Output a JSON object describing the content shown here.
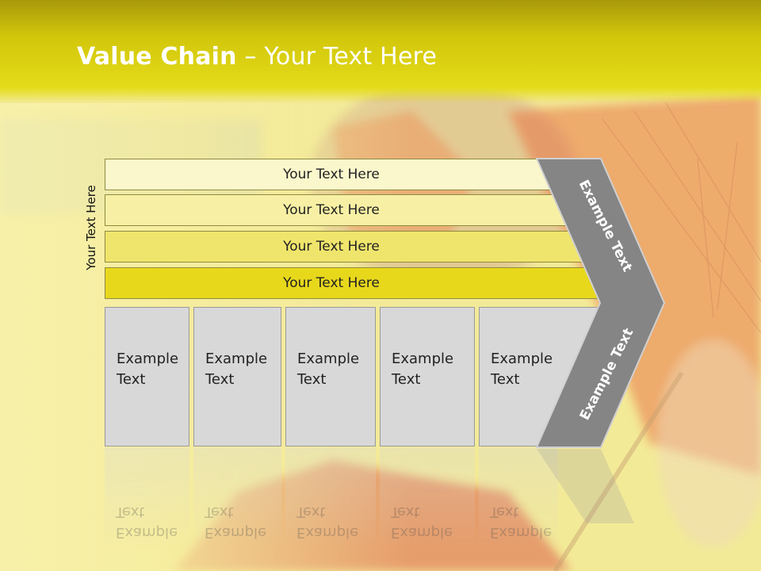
{
  "slide": {
    "title_bold": "Value Chain",
    "title_rest": " – Your Text Here",
    "side_label": "Your Text Here"
  },
  "bands": [
    {
      "label": "Your Text Here",
      "color": "#fbf7cc"
    },
    {
      "label": "Your Text Here",
      "color": "#f7f0a4"
    },
    {
      "label": "Your Text Here",
      "color": "#f0e56c"
    },
    {
      "label": "Your Text Here",
      "color": "#e8d81c"
    }
  ],
  "boxes": [
    {
      "line1": "Example",
      "line2": "Text"
    },
    {
      "line1": "Example",
      "line2": "Text"
    },
    {
      "line1": "Example",
      "line2": "Text"
    },
    {
      "line1": "Example",
      "line2": "Text"
    },
    {
      "line1": "Example",
      "line2": "Text"
    }
  ],
  "chevron": {
    "upper_label": "Example Text",
    "lower_label": "Example Text",
    "color": "#858585"
  },
  "colors": {
    "title_band": "#d2c60a",
    "background": "#f6eea0",
    "umbrella": "#e8603a"
  }
}
